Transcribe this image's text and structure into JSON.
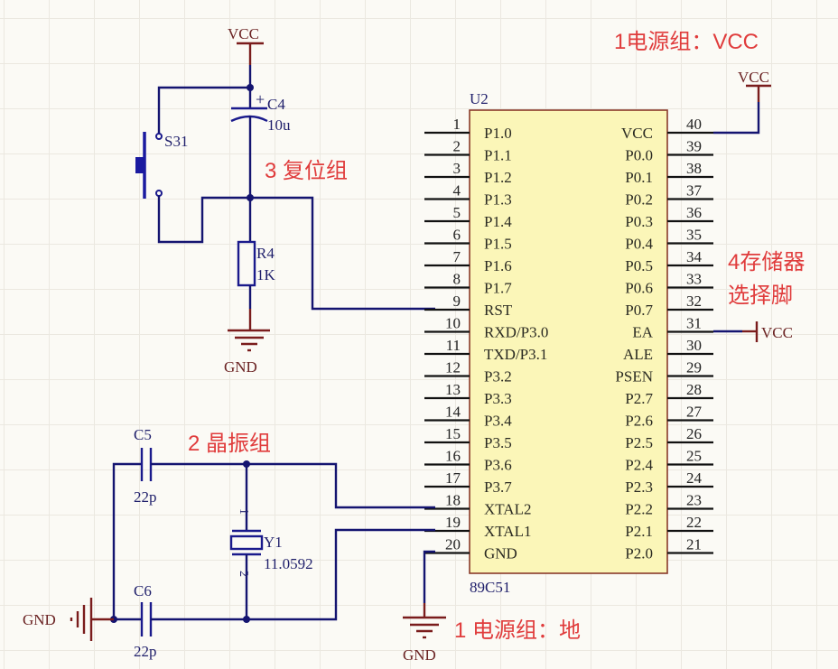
{
  "annotations": {
    "power_vcc": "1电源组：VCC",
    "power_gnd": "1 电源组：地",
    "crystal_group": "2 晶振组",
    "reset_group": "3 复位组",
    "memory_select_line1": "4存储器",
    "memory_select_line2": "选择脚"
  },
  "nets": {
    "vcc_top": "VCC",
    "vcc_pin40": "VCC",
    "vcc_ea": "VCC",
    "gnd_reset": "GND",
    "gnd_chip": "GND",
    "gnd_crystal": "GND"
  },
  "components": {
    "switch": {
      "designator": "S31"
    },
    "c4": {
      "designator": "C4",
      "value": "10u",
      "polarity": "+"
    },
    "r4": {
      "designator": "R4",
      "value": "1K"
    },
    "c5": {
      "designator": "C5",
      "value": "22p"
    },
    "c6": {
      "designator": "C6",
      "value": "22p"
    },
    "y1": {
      "designator": "Y1",
      "value": "11.0592",
      "pin1": "1",
      "pin2": "2"
    },
    "u2": {
      "designator": "U2",
      "part": "89C51"
    }
  },
  "chip_pins": {
    "left": [
      {
        "num": "1",
        "label": "P1.0"
      },
      {
        "num": "2",
        "label": "P1.1"
      },
      {
        "num": "3",
        "label": "P1.2"
      },
      {
        "num": "4",
        "label": "P1.3"
      },
      {
        "num": "5",
        "label": "P1.4"
      },
      {
        "num": "6",
        "label": "P1.5"
      },
      {
        "num": "7",
        "label": "P1.6"
      },
      {
        "num": "8",
        "label": "P1.7"
      },
      {
        "num": "9",
        "label": "RST"
      },
      {
        "num": "10",
        "label": "RXD/P3.0"
      },
      {
        "num": "11",
        "label": "TXD/P3.1"
      },
      {
        "num": "12",
        "label": "P3.2"
      },
      {
        "num": "13",
        "label": "P3.3"
      },
      {
        "num": "14",
        "label": "P3.4"
      },
      {
        "num": "15",
        "label": "P3.5"
      },
      {
        "num": "16",
        "label": "P3.6"
      },
      {
        "num": "17",
        "label": "P3.7"
      },
      {
        "num": "18",
        "label": "XTAL2"
      },
      {
        "num": "19",
        "label": "XTAL1"
      },
      {
        "num": "20",
        "label": "GND"
      }
    ],
    "right": [
      {
        "num": "40",
        "label": "VCC"
      },
      {
        "num": "39",
        "label": "P0.0"
      },
      {
        "num": "38",
        "label": "P0.1"
      },
      {
        "num": "37",
        "label": "P0.2"
      },
      {
        "num": "36",
        "label": "P0.3"
      },
      {
        "num": "35",
        "label": "P0.4"
      },
      {
        "num": "34",
        "label": "P0.5"
      },
      {
        "num": "33",
        "label": "P0.6"
      },
      {
        "num": "32",
        "label": "P0.7"
      },
      {
        "num": "31",
        "label": "EA"
      },
      {
        "num": "30",
        "label": "ALE"
      },
      {
        "num": "29",
        "label": "PSEN"
      },
      {
        "num": "28",
        "label": "P2.7"
      },
      {
        "num": "27",
        "label": "P2.6"
      },
      {
        "num": "26",
        "label": "P2.5"
      },
      {
        "num": "25",
        "label": "P2.4"
      },
      {
        "num": "24",
        "label": "P2.3"
      },
      {
        "num": "23",
        "label": "P2.2"
      },
      {
        "num": "22",
        "label": "P2.1"
      },
      {
        "num": "21",
        "label": "P2.0"
      }
    ]
  }
}
